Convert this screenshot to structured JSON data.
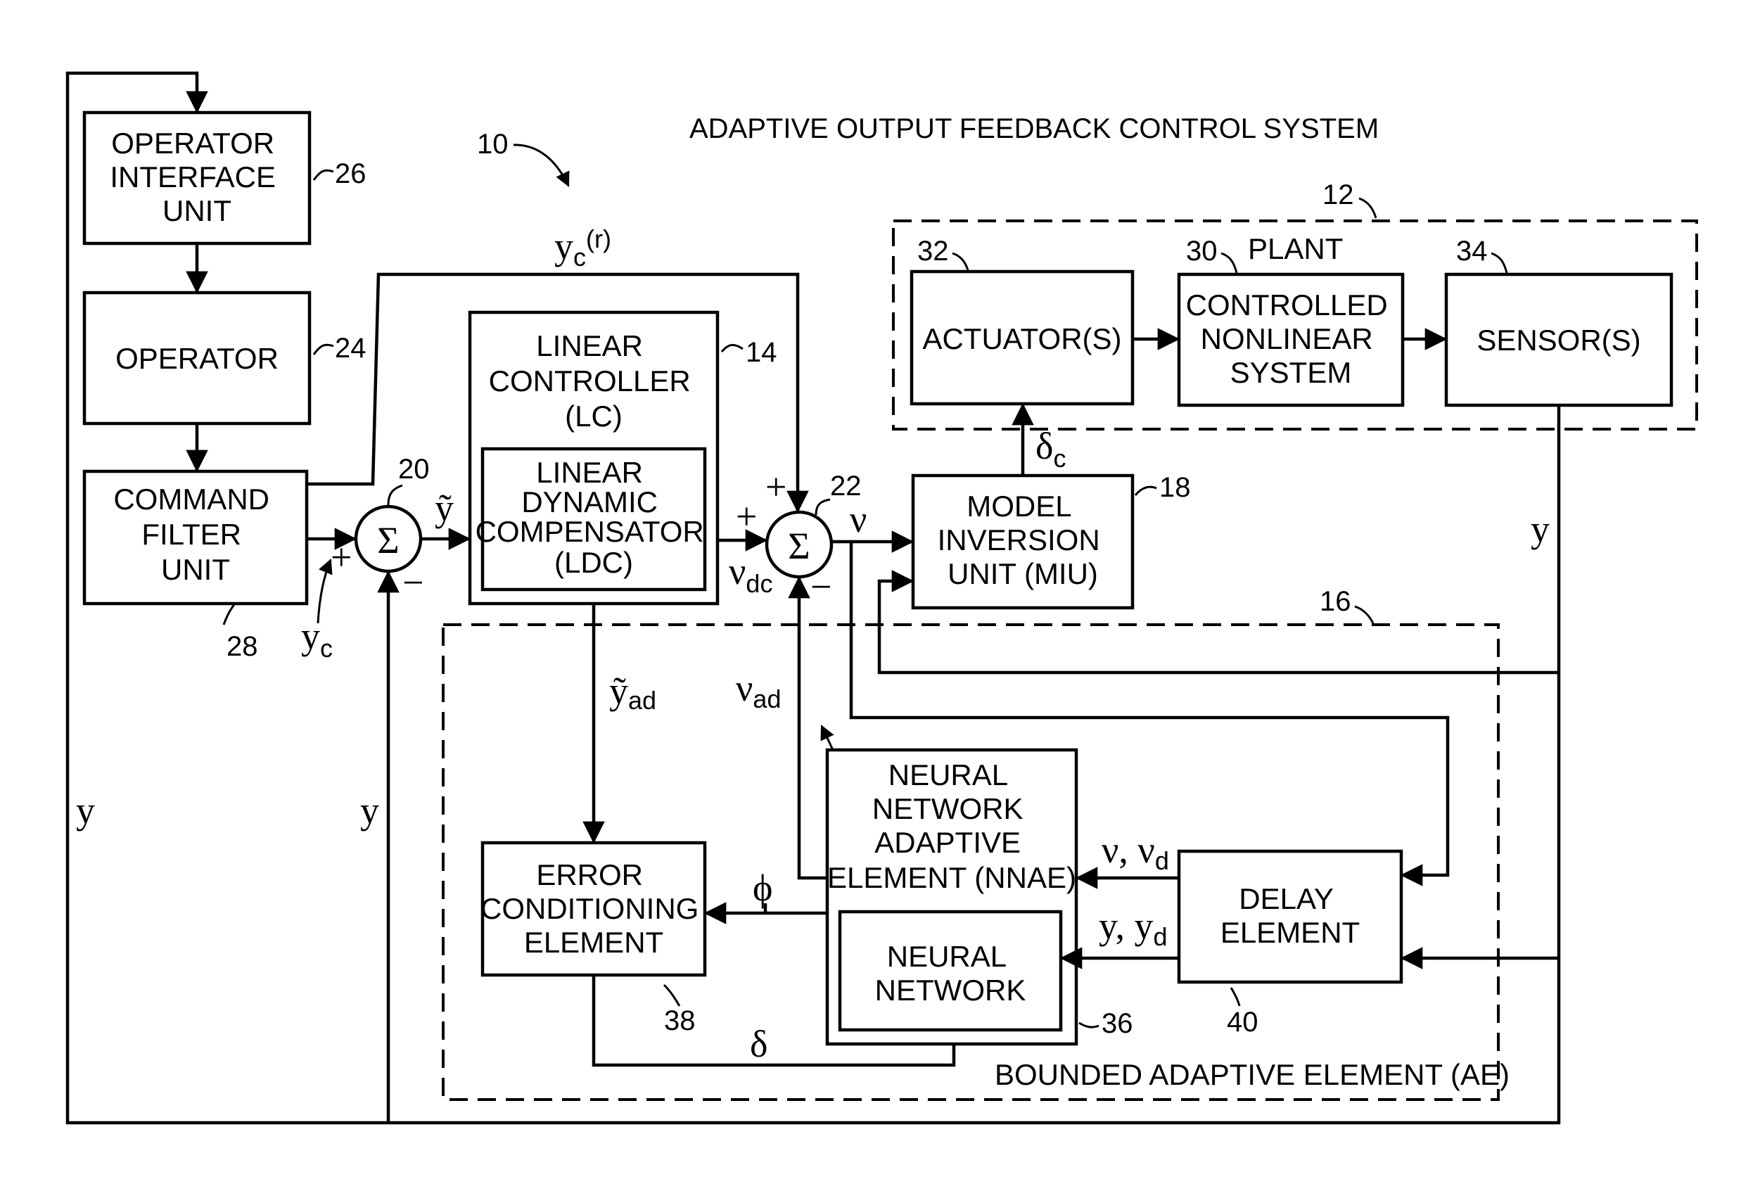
{
  "title": "ADAPTIVE OUTPUT FEEDBACK CONTROL SYSTEM",
  "refs": {
    "system": "10",
    "plant": "12",
    "linear_controller": "14",
    "adaptive_element": "16",
    "miu": "18",
    "sum1": "20",
    "sum2": "22",
    "operator": "24",
    "operator_interface": "26",
    "command_filter": "28",
    "controlled_system": "30",
    "actuator": "32",
    "sensor": "34",
    "nnae": "36",
    "error_conditioning": "38",
    "delay": "40"
  },
  "blocks": {
    "operator_interface": [
      "OPERATOR",
      "INTERFACE",
      "UNIT"
    ],
    "operator": [
      "OPERATOR"
    ],
    "command_filter": [
      "COMMAND",
      "FILTER",
      "UNIT"
    ],
    "linear_controller": [
      "LINEAR",
      "CONTROLLER",
      "(LC)"
    ],
    "ldc": [
      "LINEAR",
      "DYNAMIC",
      "COMPENSATOR",
      "(LDC)"
    ],
    "miu": [
      "MODEL",
      "INVERSION",
      "UNIT (MIU)"
    ],
    "actuator": [
      "ACTUATOR(S)"
    ],
    "controlled_system": [
      "CONTROLLED",
      "NONLINEAR",
      "SYSTEM"
    ],
    "sensor": [
      "SENSOR(S)"
    ],
    "nnae": [
      "NEURAL",
      "NETWORK",
      "ADAPTIVE",
      "ELEMENT (NNAE)"
    ],
    "neural_network": [
      "NEURAL",
      "NETWORK"
    ],
    "error_conditioning": [
      "ERROR",
      "CONDITIONING",
      "ELEMENT"
    ],
    "delay": [
      "DELAY",
      "ELEMENT"
    ]
  },
  "group_labels": {
    "plant": "PLANT",
    "adaptive_element": "BOUNDED ADAPTIVE ELEMENT (AE)"
  },
  "signals": {
    "sigma": "Σ",
    "plus": "+",
    "minus": "−",
    "y": "y",
    "y_tilde": "ỹ",
    "yc_base": "y",
    "yc_sub": "c",
    "ycr_sup": "(r)",
    "yad_base": "ỹ",
    "yad_sub": "ad",
    "nu": "ν",
    "nudc_base": "ν",
    "nudc_sub": "dc",
    "nuad_base": "ν",
    "nuad_sub": "ad",
    "deltac_base": "δ",
    "deltac_sub": "c",
    "delta": "δ",
    "phi": "ϕ",
    "nu_nud_base": "ν, ν",
    "nu_nud_sub": "d",
    "y_yd_base": "y, y",
    "y_yd_sub": "d"
  }
}
